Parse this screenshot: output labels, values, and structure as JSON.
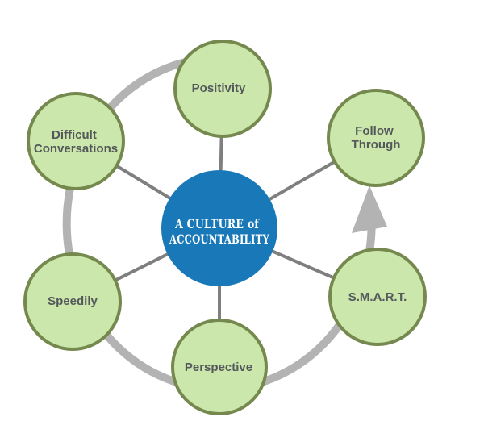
{
  "center": {
    "line1": "A CULTURE of",
    "line2": "ACCOUNTABILITY"
  },
  "nodes": [
    {
      "id": "positivity",
      "lines": [
        "Positivity"
      ]
    },
    {
      "id": "difficult-conversations",
      "lines": [
        "Difficult",
        "Conversations"
      ]
    },
    {
      "id": "follow-through",
      "lines": [
        "Follow",
        "Through"
      ]
    },
    {
      "id": "speedily",
      "lines": [
        "Speedily"
      ]
    },
    {
      "id": "perspective",
      "lines": [
        "Perspective"
      ]
    },
    {
      "id": "smart",
      "lines": [
        "S.M.A.R.T."
      ]
    }
  ],
  "colors": {
    "background": "#ffffff",
    "node_fill": "#cbe7ab",
    "node_border": "#75894e",
    "node_text": "#54585b",
    "center_fill": "#1878b8",
    "center_text": "#ffffff",
    "connector_line": "#7f7f7f",
    "cycle_arrow": "#b3b3b3"
  }
}
